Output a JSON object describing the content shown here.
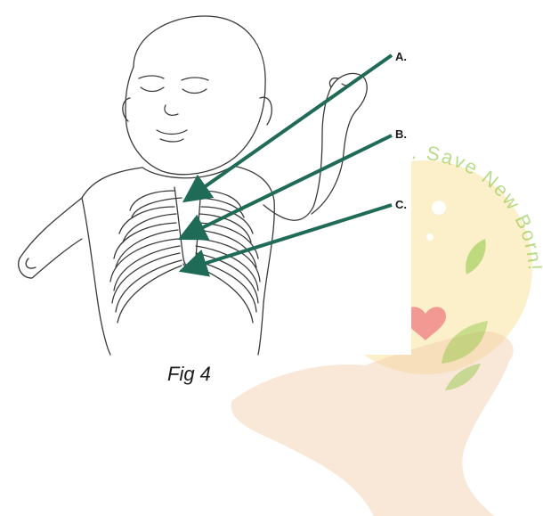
{
  "figure": {
    "caption": "Fig 4",
    "callouts": [
      "A.",
      "B.",
      "C."
    ]
  },
  "watermark": {
    "text": "Save New Born!",
    "prefix": ".",
    "colors": {
      "text": "#8cc63f",
      "sun": "#f7d46b",
      "hand": "#f2c9a8",
      "heart": "#f08a8a",
      "leaf": "#8cc63f"
    }
  },
  "colors": {
    "arrow": "#1f6b57",
    "line_art": "#3a3a3a"
  }
}
